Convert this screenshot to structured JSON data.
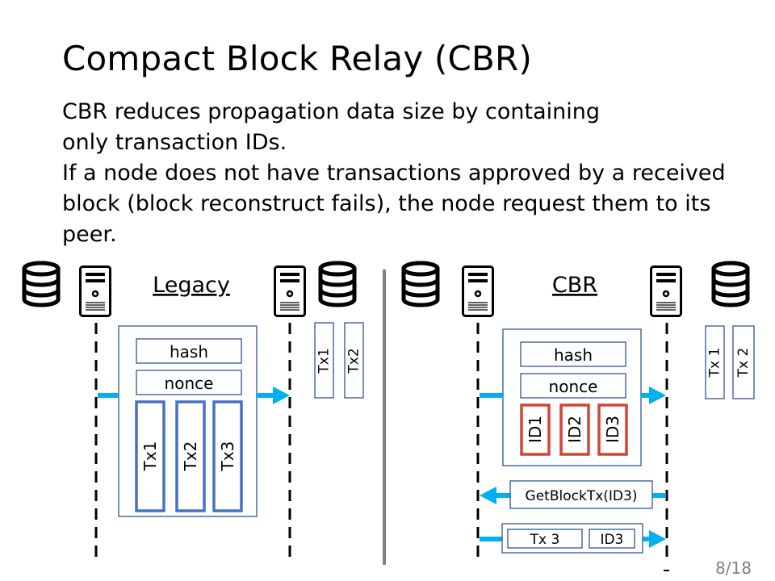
{
  "slide": {
    "title": "Compact Block Relay (CBR)",
    "description": [
      "CBR reduces propagation data size by containing",
      "only transaction IDs.",
      "If a node does not have transactions approved by a received",
      "block (block reconstruct fails), the node request them to its",
      "peer."
    ],
    "page_number": "8/18"
  },
  "legacy": {
    "heading": "Legacy",
    "block": {
      "hash": "hash",
      "nonce": "nonce",
      "txs": [
        "Tx1",
        "Tx2",
        "Tx3"
      ]
    },
    "receiver_txs": [
      "Tx1",
      "Tx2"
    ]
  },
  "cbr": {
    "heading": "CBR",
    "block": {
      "hash": "hash",
      "nonce": "nonce",
      "ids": [
        "ID1",
        "ID2",
        "ID3"
      ]
    },
    "receiver_txs": [
      "Tx 1",
      "Tx 2"
    ],
    "request_message": "GetBlockTx(ID3)",
    "response_message": {
      "tx": "Tx 3",
      "id": "ID3"
    }
  },
  "colors": {
    "arrow": "#00b0f0",
    "tx_box": "#4472c4",
    "id_box": "#d04536",
    "frame": "#2f5597",
    "divider": "#808080"
  },
  "icons": [
    "database-icon",
    "server-icon"
  ]
}
